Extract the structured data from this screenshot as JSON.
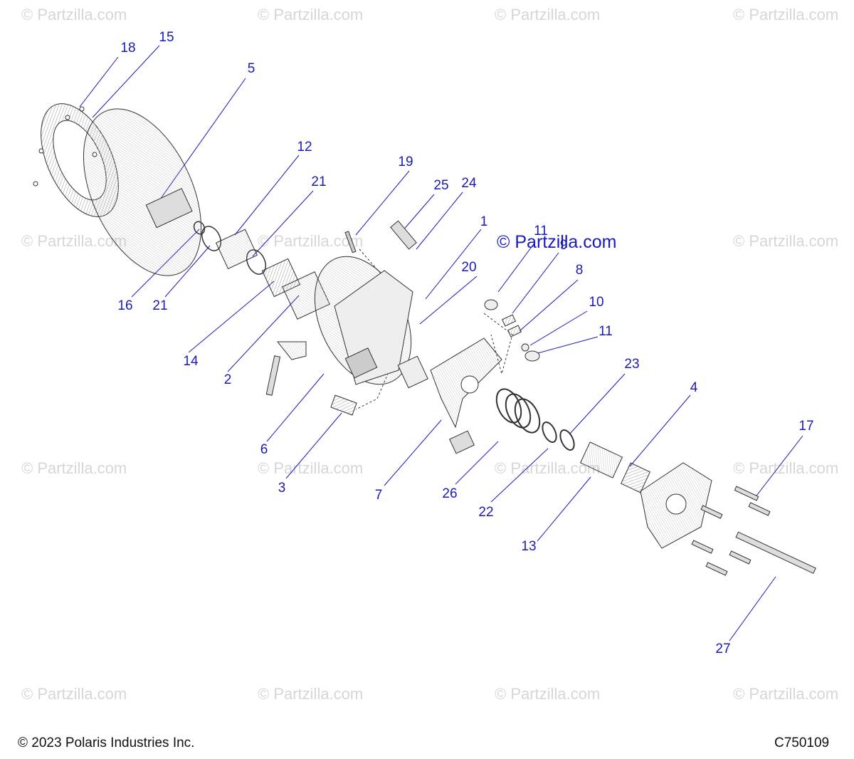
{
  "watermark": "© Partzilla.com",
  "watermark_center": "© Partzilla.com",
  "footer": {
    "copyright": "© 2023 Polaris Industries Inc.",
    "diagram_code": "C750109"
  },
  "colors": {
    "callout": "#1a1ab8",
    "part_stroke": "#333333",
    "watermark": "#d6d6d6"
  },
  "callouts": [
    {
      "id": "c1",
      "label": "1"
    },
    {
      "id": "c2",
      "label": "2"
    },
    {
      "id": "c3",
      "label": "3"
    },
    {
      "id": "c4",
      "label": "4"
    },
    {
      "id": "c5",
      "label": "5"
    },
    {
      "id": "c6",
      "label": "6"
    },
    {
      "id": "c7",
      "label": "7"
    },
    {
      "id": "c8",
      "label": "8"
    },
    {
      "id": "c9",
      "label": "9"
    },
    {
      "id": "c10",
      "label": "10"
    },
    {
      "id": "c11a",
      "label": "11"
    },
    {
      "id": "c11b",
      "label": "11"
    },
    {
      "id": "c12",
      "label": "12"
    },
    {
      "id": "c13",
      "label": "13"
    },
    {
      "id": "c14",
      "label": "14"
    },
    {
      "id": "c15",
      "label": "15"
    },
    {
      "id": "c16",
      "label": "16"
    },
    {
      "id": "c17",
      "label": "17"
    },
    {
      "id": "c18",
      "label": "18"
    },
    {
      "id": "c19",
      "label": "19"
    },
    {
      "id": "c20",
      "label": "20"
    },
    {
      "id": "c21a",
      "label": "21"
    },
    {
      "id": "c21b",
      "label": "21"
    },
    {
      "id": "c22",
      "label": "22"
    },
    {
      "id": "c23",
      "label": "23"
    },
    {
      "id": "c24",
      "label": "24"
    },
    {
      "id": "c25",
      "label": "25"
    },
    {
      "id": "c26",
      "label": "26"
    },
    {
      "id": "c27",
      "label": "27"
    }
  ]
}
